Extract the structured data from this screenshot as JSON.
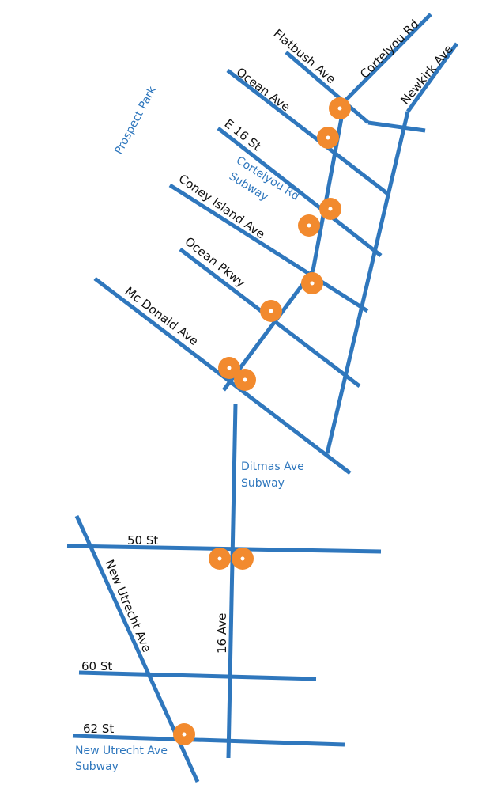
{
  "colors": {
    "street": "#2f77bd",
    "stop": "#f28a2e",
    "label": "#111111",
    "area_label": "#2f77bd"
  },
  "streets": {
    "flatbush": "Flatbush Ave",
    "cortelyou": "Cortelyou Rd",
    "newkirk": "Newkirk Ave",
    "ocean_ave": "Ocean Ave",
    "e16": "E 16 St",
    "coney": "Coney Island Ave",
    "ocean_pkwy": "Ocean Pkwy",
    "mcdonald": "Mc Donald Ave",
    "st50": "50 St",
    "ave16": "16 Ave",
    "new_utrecht": "New Utrecht Ave",
    "st60": "60 St",
    "st62": "62 St"
  },
  "areas": {
    "prospect_park": "Prospect Park",
    "cortelyou_subway_1": "Cortelyou Rd",
    "cortelyou_subway_2": "Subway",
    "ditmas_subway_1": "Ditmas Ave",
    "ditmas_subway_2": "Subway",
    "new_utrecht_subway_1": "New Utrecht Ave",
    "new_utrecht_subway_2": "Subway"
  }
}
